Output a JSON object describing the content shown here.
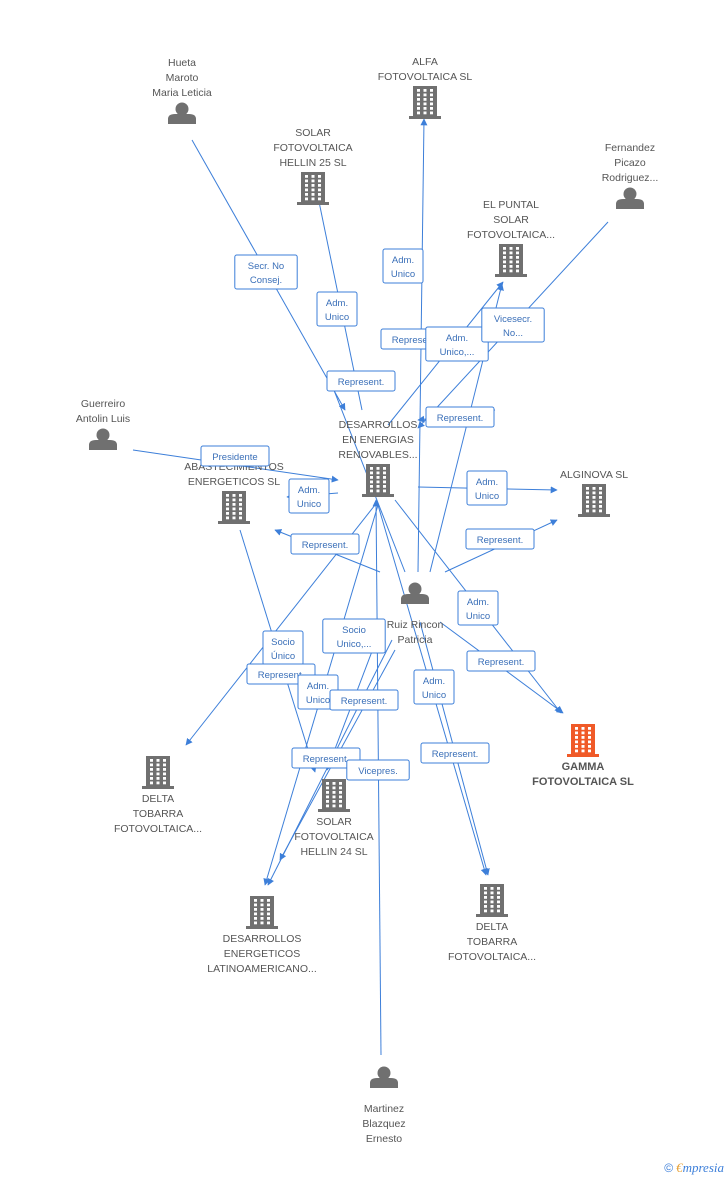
{
  "colors": {
    "edge": "#3d7fd9",
    "node_icon": "#707070",
    "highlight_icon": "#f05a28",
    "label": "#555555",
    "edge_text": "#3a6fb8"
  },
  "nodes": [
    {
      "id": "hueta",
      "type": "person",
      "lines": [
        "Hueta",
        "Maroto",
        "Maria Leticia"
      ]
    },
    {
      "id": "alfa",
      "type": "company",
      "lines": [
        "ALFA",
        "FOTOVOLTAICA SL"
      ]
    },
    {
      "id": "solar25",
      "type": "company",
      "lines": [
        "SOLAR",
        "FOTOVOLTAICA",
        "HELLIN 25 SL"
      ]
    },
    {
      "id": "fernandez",
      "type": "person",
      "lines": [
        "Fernandez",
        "Picazo",
        "Rodriguez..."
      ]
    },
    {
      "id": "puntal",
      "type": "company",
      "lines": [
        "EL PUNTAL",
        "SOLAR",
        "FOTOVOLTAICA..."
      ]
    },
    {
      "id": "guerreiro",
      "type": "person",
      "lines": [
        "Guerreiro",
        "Antolin Luis"
      ]
    },
    {
      "id": "desren",
      "type": "company",
      "lines": [
        "DESARROLLOS",
        "EN ENERGIAS",
        "RENOVABLES..."
      ]
    },
    {
      "id": "abastos",
      "type": "company",
      "lines": [
        "ABASTECIMIENTOS",
        "ENERGETICOS SL"
      ]
    },
    {
      "id": "alginova",
      "type": "company",
      "lines": [
        "ALGINOVA SL"
      ]
    },
    {
      "id": "ruiz",
      "type": "person",
      "lines": [
        "Ruiz Rincon",
        "Patricia"
      ]
    },
    {
      "id": "gamma",
      "type": "company",
      "highlight": true,
      "lines": [
        "GAMMA",
        "FOTOVOLTAICA SL"
      ]
    },
    {
      "id": "delta1",
      "type": "company",
      "lines": [
        "DELTA",
        "TOBARRA",
        "FOTOVOLTAICA..."
      ]
    },
    {
      "id": "solar24",
      "type": "company",
      "lines": [
        "SOLAR",
        "FOTOVOLTAICA",
        "HELLIN 24 SL"
      ]
    },
    {
      "id": "desla",
      "type": "company",
      "lines": [
        "DESARROLLOS",
        "ENERGETICOS",
        "LATINOAMERICANO..."
      ]
    },
    {
      "id": "delta2",
      "type": "company",
      "lines": [
        "DELTA",
        "TOBARRA",
        "FOTOVOLTAICA..."
      ]
    },
    {
      "id": "martinez",
      "type": "person",
      "lines": [
        "Martinez",
        "Blazquez",
        "Ernesto"
      ]
    }
  ],
  "edges": [
    {
      "from": "hueta",
      "to": "desren",
      "lines": [
        "Secr.  No",
        "Consej."
      ]
    },
    {
      "from": "desren",
      "to": "solar25",
      "lines": [
        "Adm.",
        "Unico"
      ]
    },
    {
      "from": "ruiz",
      "to": "alfa",
      "lines": [
        "Adm.",
        "Unico"
      ]
    },
    {
      "from": "desren",
      "to": "puntal",
      "lines": [
        "Represent."
      ]
    },
    {
      "from": "ruiz",
      "to": "puntal",
      "lines": [
        "Adm.",
        "Unico,..."
      ]
    },
    {
      "from": "fernandez",
      "to": "desren",
      "lines": [
        "Vicesecr.",
        "No..."
      ]
    },
    {
      "from": "ruiz",
      "to": "desren",
      "lines": [
        "Represent."
      ]
    },
    {
      "from": "puntal",
      "to": "desren",
      "lines": [
        "Represent."
      ]
    },
    {
      "from": "guerreiro",
      "to": "desren",
      "lines": [
        "Presidente"
      ]
    },
    {
      "from": "desren",
      "to": "abastos",
      "lines": [
        "Adm.",
        "Unico"
      ]
    },
    {
      "from": "desren",
      "to": "alginova",
      "lines": [
        "Adm.",
        "Unico"
      ]
    },
    {
      "from": "ruiz",
      "to": "abastos",
      "lines": [
        "Represent."
      ]
    },
    {
      "from": "ruiz",
      "to": "alginova",
      "lines": [
        "Represent."
      ]
    },
    {
      "from": "desren",
      "to": "gamma",
      "lines": [
        "Adm.",
        "Unico"
      ]
    },
    {
      "from": "ruiz",
      "to": "gamma",
      "lines": [
        "Represent."
      ]
    },
    {
      "from": "abastos",
      "to": "desla",
      "lines": [
        "Socio",
        "Único"
      ]
    },
    {
      "from": "ruiz",
      "to": "desla",
      "lines": [
        "Socio",
        "Unico,..."
      ]
    },
    {
      "from": "desren",
      "to": "delta1",
      "lines": [
        "Represent."
      ]
    },
    {
      "from": "desren",
      "to": "desla",
      "lines": [
        "Adm.",
        "Unico"
      ]
    },
    {
      "from": "ruiz",
      "to": "delta1",
      "lines": [
        "Represent."
      ]
    },
    {
      "from": "desren",
      "to": "delta2",
      "lines": [
        "Adm.",
        "Unico"
      ]
    },
    {
      "from": "ruiz",
      "to": "desla",
      "lines": [
        "Represent."
      ]
    },
    {
      "from": "martinez",
      "to": "desren",
      "lines": [
        "Vicepres."
      ]
    },
    {
      "from": "ruiz",
      "to": "delta2",
      "lines": [
        "Represent."
      ]
    }
  ],
  "footer": {
    "copyright": "©",
    "brand_first": "€",
    "brand_rest": "mpresia"
  }
}
